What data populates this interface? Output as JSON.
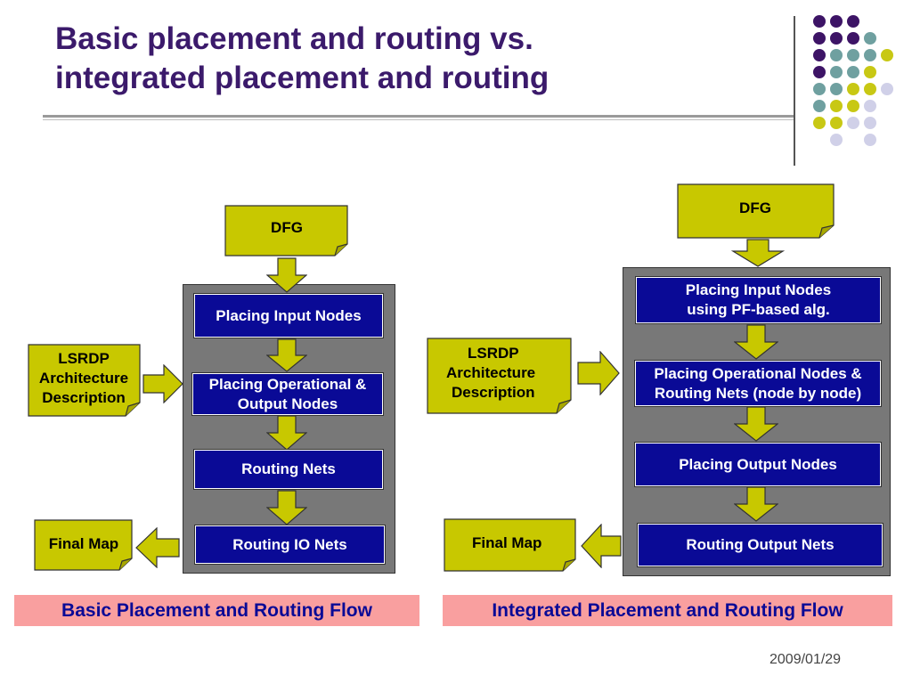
{
  "slide": {
    "title_line1": "Basic placement and routing vs.",
    "title_line2": "integrated placement and routing",
    "date": "2009/01/29"
  },
  "colors": {
    "title": "#3b1a6b",
    "olive": "#c8c800",
    "navy": "#0a0a96",
    "panel_gray": "#787878",
    "caption_pink": "#f99f9f",
    "dot_purple": "#3d1466",
    "dot_teal": "#6fa0a0",
    "dot_yellow": "#c8c814",
    "dot_lavender": "#d0d0e8"
  },
  "basic_flow": {
    "dfg": "DFG",
    "arch": [
      "LSRDP",
      "Architecture",
      "Description"
    ],
    "steps": [
      "Placing Input Nodes",
      "Placing Operational &",
      "Output Nodes",
      "Routing Nets",
      "Routing IO Nets"
    ],
    "final_map": "Final Map",
    "caption": "Basic Placement and Routing Flow"
  },
  "integrated_flow": {
    "dfg": "DFG",
    "arch": [
      "LSRDP",
      "Architecture",
      "Description"
    ],
    "step1_line1": "Placing Input Nodes",
    "step1_line2": "using PF-based alg.",
    "step2_line1": "Placing Operational Nodes &",
    "step2_line2": "Routing Nets (node by node)",
    "step3": "Placing Output Nodes",
    "step4": "Routing Output Nets",
    "final_map": "Final Map",
    "caption": "Integrated Placement and Routing Flow"
  }
}
